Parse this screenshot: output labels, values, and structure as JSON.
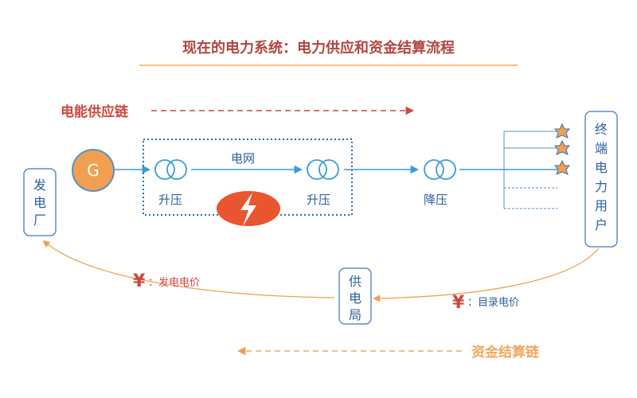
{
  "title": "现在的电力系统：电力供应和资金结算流程",
  "supply_chain_label": "电能供应链",
  "settlement_chain_label": "资金结算链",
  "generator_symbol": "G",
  "plant_label": [
    "发",
    "电",
    "厂"
  ],
  "grid_label": "电网",
  "step_up_1": "升压",
  "step_up_2": "升压",
  "step_down": "降压",
  "end_user_label": [
    "终",
    "端",
    "电",
    "力",
    "用",
    "户"
  ],
  "supply_bureau_label": [
    "供",
    "电",
    "局"
  ],
  "currency_symbol": "¥",
  "generation_price": "：发电电价",
  "catalog_price": "：目录电价",
  "colors": {
    "title": "#b0463f",
    "accent_red": "#d0463b",
    "orange": "#f0a050",
    "settlement_orange": "#f0a860",
    "blue": "#3a9bd5",
    "box_border": "#5a8fc8",
    "generator_fill": "#f0a050",
    "star": "#f0a050"
  }
}
